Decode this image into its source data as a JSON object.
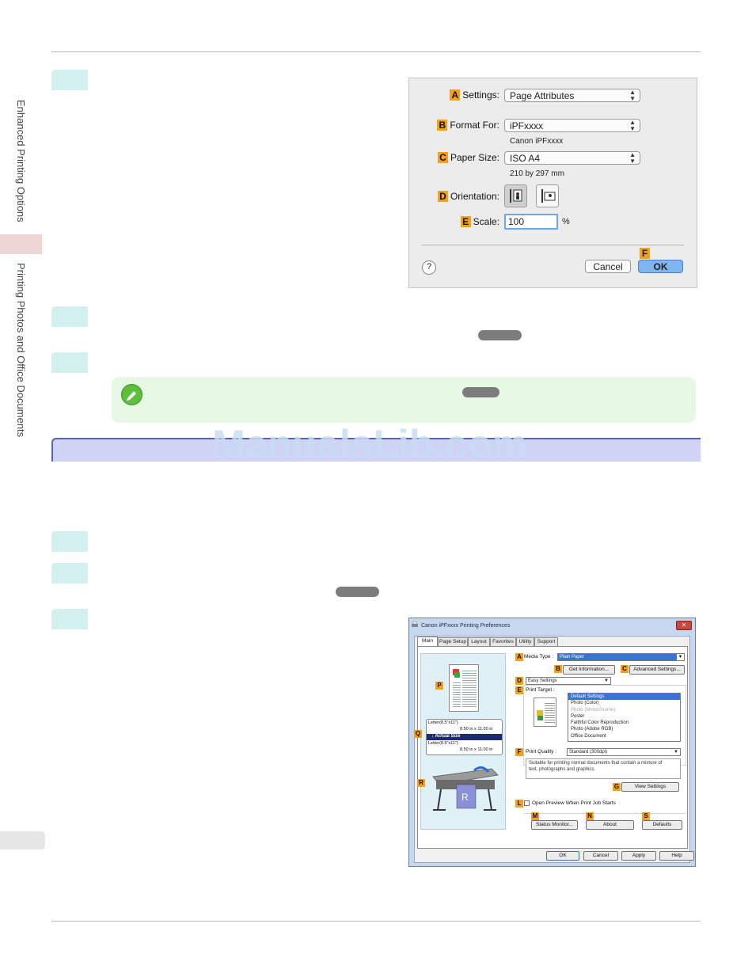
{
  "side_tabs": {
    "top_label": "Enhanced Printing Options",
    "bottom_label": "Printing Photos and Office Documents"
  },
  "watermark": "ManualsLib.com",
  "mac_dialog": {
    "settings_badge": "A",
    "settings_label": "Settings:",
    "settings_value": "Page Attributes",
    "format_badge": "B",
    "format_label": "Format For:",
    "format_value": "iPFxxxx",
    "format_sub": "Canon iPFxxxx",
    "paper_badge": "C",
    "paper_label": "Paper Size:",
    "paper_value": "ISO A4",
    "paper_sub": "210 by 297 mm",
    "orientation_badge": "D",
    "orientation_label": "Orientation:",
    "scale_badge": "E",
    "scale_label": "Scale:",
    "scale_value": "100",
    "scale_unit": "%",
    "help_glyph": "?",
    "cancel_label": "Cancel",
    "ok_badge": "F",
    "ok_label": "OK"
  },
  "win_dialog": {
    "title": "Canon iPFxxxx Printing Preferences",
    "close_glyph": "✕",
    "tabs": [
      "Main",
      "Page Setup",
      "Layout",
      "Favorites",
      "Utility",
      "Support"
    ],
    "badges": {
      "A": "A",
      "B": "B",
      "C": "C",
      "D": "D",
      "E": "E",
      "F": "F",
      "G": "G",
      "L": "L",
      "M": "M",
      "N": "N",
      "S": "S",
      "P": "P",
      "Q": "Q",
      "R": "R"
    },
    "media_type_label": "Media Type :",
    "media_type_value": "Plain Paper",
    "get_information": "Get Information...",
    "advanced_settings": "Advanced Settings...",
    "easy_settings": "Easy Settings",
    "print_target_label": "Print Target :",
    "print_targets": [
      "Default Settings",
      "Photo (Color)",
      "Photo (Monochrome)",
      "Poster",
      "Faithful Color Reproduction",
      "Photo (Adobe RGB)",
      "Office Document"
    ],
    "print_quality_label": "Print Quality :",
    "print_quality_value": "Standard (300dpi)",
    "description": "Suitable for printing normal documents that contain a mixture of text, photographs and graphics.",
    "view_settings": "View Settings",
    "open_preview": "Open Preview When Print Job Starts",
    "status_monitor": "Status Monitor...",
    "about": "About",
    "defaults": "Defaults",
    "paper_info_1": "Letter(8.5\"x11\")",
    "paper_info_1b": "8.50 in x 11.00 in",
    "actual_size": "Actual Size",
    "paper_info_2": "Letter(8.5\"x11\")",
    "paper_info_2b": "8.50 in x 11.00 in",
    "ok": "OK",
    "cancel": "Cancel",
    "apply": "Apply",
    "help": "Help"
  },
  "colors": {
    "step_box": "#d2f1ee",
    "note_box": "#e7f8e4",
    "section_bar": "#cfd4f6",
    "badge": "#f5a01b",
    "side_block": "#efd6d6",
    "watermark": "#c9dcf5"
  }
}
